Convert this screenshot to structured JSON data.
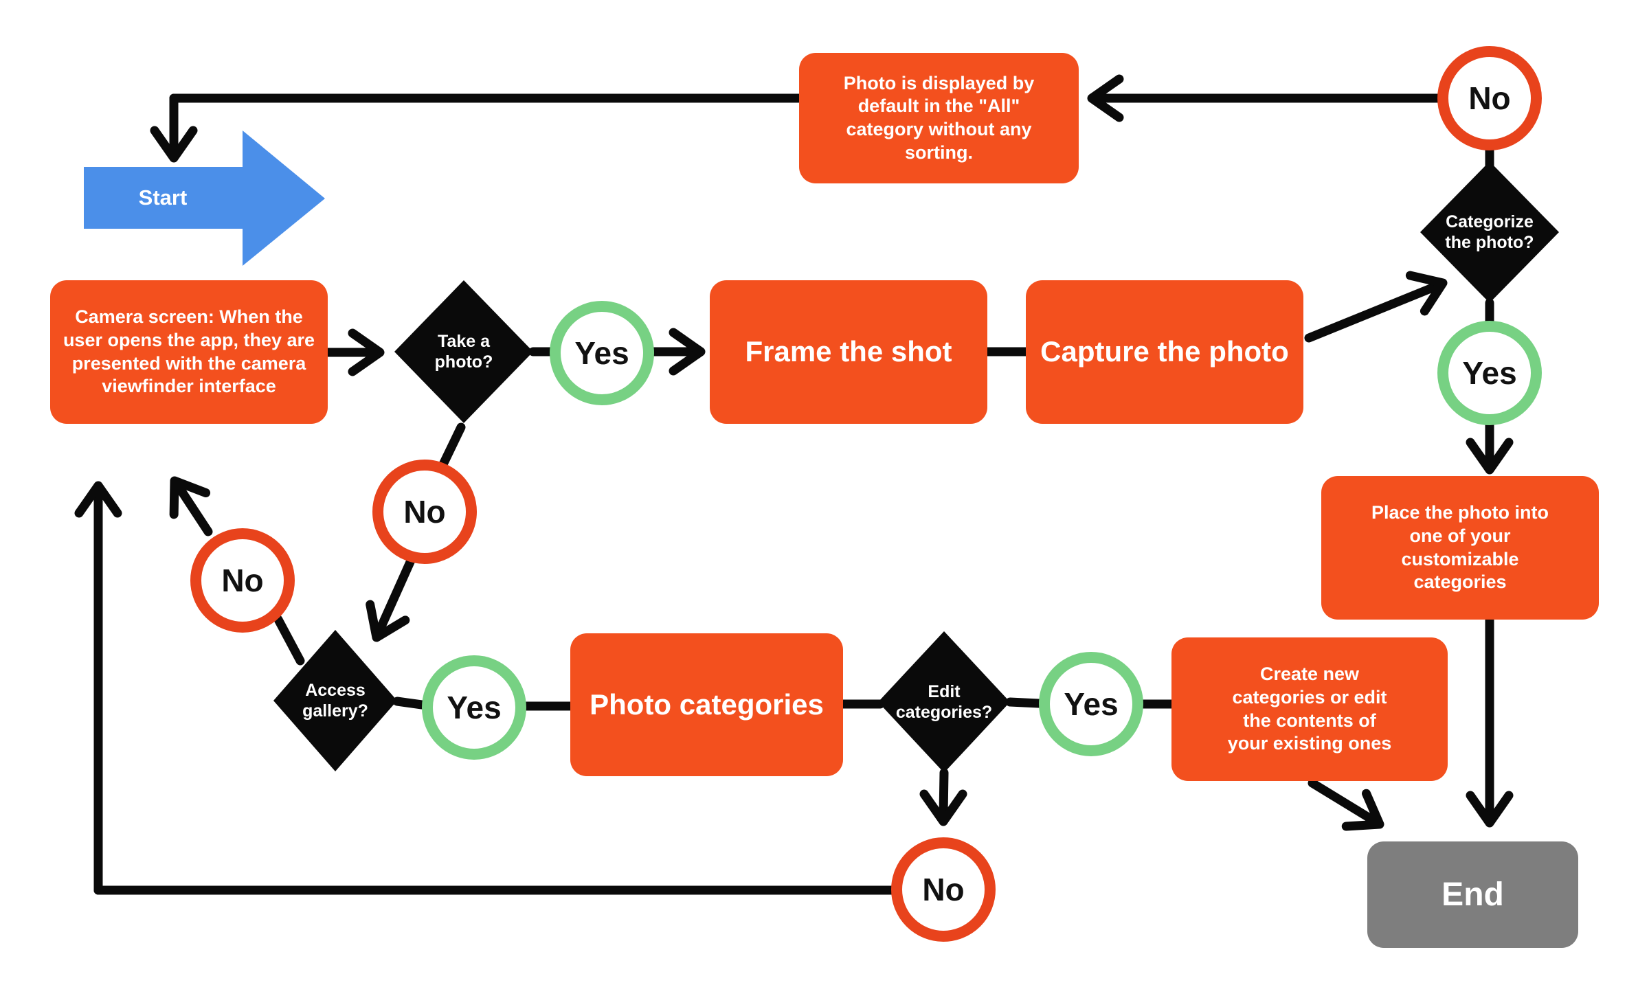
{
  "title": "Photo app camera flowchart",
  "colors": {
    "orange": "#F3501E",
    "red": "#E8431C",
    "green": "#77D183",
    "blue": "#4B8FE9",
    "gray": "#7E7E7E",
    "line": "#0A0A0A",
    "text-white": "#FFFFFF"
  },
  "nodes": {
    "start": {
      "label": "Start"
    },
    "camera": {
      "text": "Camera screen: When the user opens the app, they are presented with the camera viewfinder interface"
    },
    "take_photo": {
      "text": "Take a photo?"
    },
    "yes_take": {
      "label": "Yes"
    },
    "no_take": {
      "label": "No"
    },
    "frame": {
      "text": "Frame the shot"
    },
    "capture": {
      "text": "Capture the photo"
    },
    "categorize": {
      "text": "Categorize the photo?"
    },
    "no_categorize": {
      "label": "No"
    },
    "yes_categorize": {
      "label": "Yes"
    },
    "photo_displayed": {
      "text": "Photo is displayed by default in the \"All\" category without any sorting."
    },
    "place": {
      "text": "Place the photo into one of your customizable categories"
    },
    "access": {
      "text": "Access gallery?"
    },
    "no_access": {
      "label": "No"
    },
    "yes_access": {
      "label": "Yes"
    },
    "photo_categories": {
      "text": "Photo categories"
    },
    "edit": {
      "text": "Edit categories?"
    },
    "yes_edit": {
      "label": "Yes"
    },
    "no_edit": {
      "label": "No"
    },
    "create": {
      "text": "Create new categories or edit the contents of your existing ones"
    },
    "end": {
      "label": "End"
    }
  }
}
